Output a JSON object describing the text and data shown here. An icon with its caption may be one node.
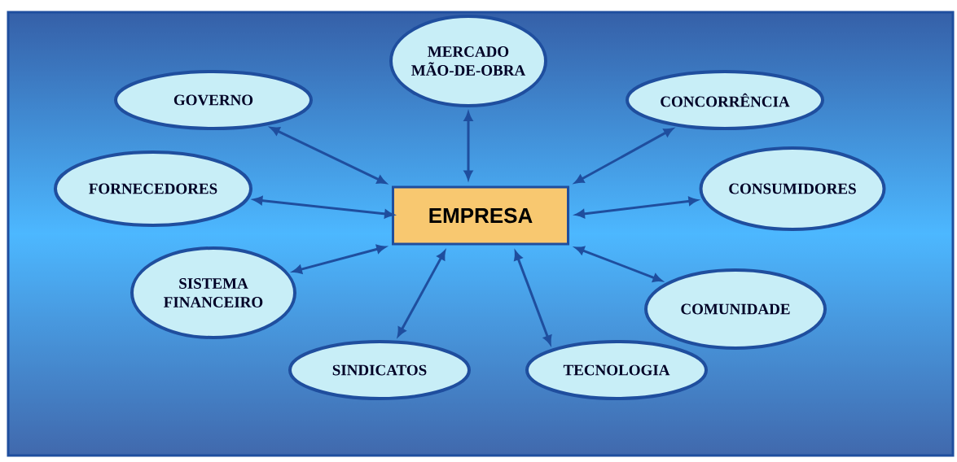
{
  "diagram": {
    "nodes": [
      {
        "text": [
          "EMPRESA"
        ]
      },
      {
        "text": [
          "MERCADO MÃO-DE-OBRA"
        ]
      },
      {
        "text": [
          "GOVERNO"
        ]
      },
      {
        "text": [
          "CONCORRÊNCIA"
        ]
      },
      {
        "text": [
          "FORNECEDORES"
        ]
      },
      {
        "text": [
          "CONSUMIDORES"
        ]
      },
      {
        "text": [
          "SISTEMA FINANCEIRO"
        ]
      },
      {
        "text": [
          "COMUNIDADE"
        ]
      },
      {
        "text": [
          "SINDICATOS"
        ]
      },
      {
        "text": [
          "TECNOLOGIA"
        ]
      }
    ],
    "edges": [
      {
        "from": 0,
        "to": 1,
        "arrow": "both"
      },
      {
        "from": 0,
        "to": 2,
        "arrow": "both"
      },
      {
        "from": 0,
        "to": 3,
        "arrow": "both"
      },
      {
        "from": 0,
        "to": 4,
        "arrow": "both"
      },
      {
        "from": 0,
        "to": 5,
        "arrow": "both"
      },
      {
        "from": 0,
        "to": 6,
        "arrow": "both"
      },
      {
        "from": 0,
        "to": 7,
        "arrow": "both"
      },
      {
        "from": 0,
        "to": 8,
        "arrow": "both"
      },
      {
        "from": 0,
        "to": 9,
        "arrow": "both"
      }
    ]
  }
}
